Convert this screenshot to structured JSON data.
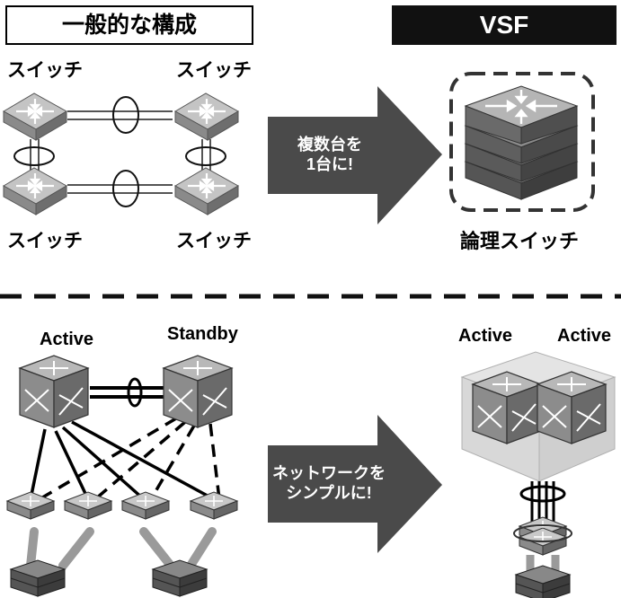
{
  "top": {
    "left_header": "一般的な構成",
    "right_header": "VSF",
    "switch_label": "スイッチ",
    "arrow_text_line1": "複数台を",
    "arrow_text_line2": "1台に!",
    "logical_switch_label": "論理スイッチ"
  },
  "bottom": {
    "active_label": "Active",
    "standby_label": "Standby",
    "right_active_1": "Active",
    "right_active_2": "Active",
    "arrow_text_line1": "ネットワークを",
    "arrow_text_line2": "シンプルに!"
  },
  "colors": {
    "header_dark": "#111111",
    "arrow_fill": "#4a4a4a",
    "switch_top": "#bdbdbd",
    "switch_side": "#7a7a7a"
  }
}
